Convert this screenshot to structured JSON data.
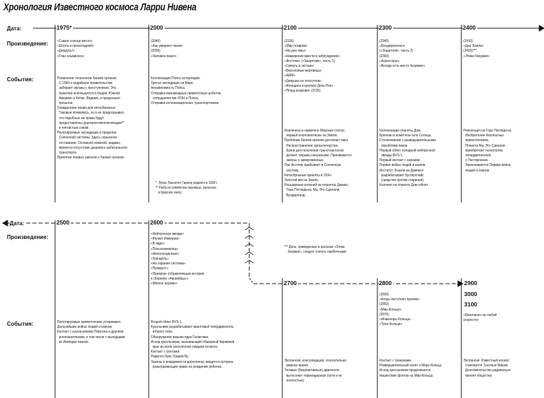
{
  "title": "Хронология Известного космоса Ларри Нивена",
  "labels": {
    "date": "Дата:",
    "works": "Произведение:",
    "events": "События:",
    "date2": "Дата:",
    "works2": "Произведение:",
    "events2": "События:"
  },
  "years": {
    "y1975": "1975*",
    "y2000": "2000",
    "y2100": "2100",
    "y2300": "2300",
    "y2400": "2400",
    "y2500": "2500",
    "y2600": "2600",
    "y2700": "2700",
    "y2800": "2800",
    "y2900": "2900",
    "y3000": "3000",
    "y3100": "3100"
  },
  "works": {
    "w1975": "«Самое солнце место»\n«Штиль в преисподней»\n«Дождусь!»\n«Глаз осьминога»",
    "w2000": "(2040)\n«Как умирают герои»\n(2099)\n«Человек-паззл»",
    "w2100": "(2106)\n«Мир птавров»\n«На дне ямы»\n«Намерение ввести в заблуждение»\n«Фсстпок» («Защитник», часть 1)\n«Смерть в экстазе»\n«Безголовые мертвецы»\n«ARM»\n«Девушка из лоскутков»\n«Женщина в кратере Дель Рея»\n«Плащ анархии» (2135)",
    "w2300": "(2340)\n«Вондерхеллен»\n(«Защитник», часть 2)\n(2360)\n«Агрессоры»\n«Всегда есть место безумию»",
    "w2400": "(2410)\n«Дар Земли»\n(2425)***\n«Этика безумия»",
    "w2600": "«Нейтронная звезда»\n«Реликт Империи»\n«В ядре»\n«Плоскоземелец»\n«Неполноценные»\n«Грендель»\n«На окраине системы»\n«Прокруст»\n«Призрак» (обрамляющая история\nк сборнику «Аворийцы»)\n«Мягкое оружие»",
    "w2800": "(2830)\n«Когда наступает прилив»\n(2850)\n«Мир-Кольцо»\n(2870)\n«Инженеры Кольца»\n«Трон Кольца»",
    "w3100": "«Безопасен на любой\nскорости»"
  },
  "events": {
    "e1975": "Появление технологии банков органов.\n  С 1960-х индийское правительство\n  забирает органы у преступников. Эта\n  практика используется в Индии, Южной\n  Америке и Китае. Видимо, в предсказал\n  прошлое.\nГражданские права для китообразных.\n  Таковые появились, но я не предсказывал,\n  что подобные же права будут\n  предоставлены дортероя-моллюскоедам**\n  и пятнистым совам.\nПилотируемые экспедиции в пределах\n  Солнечной системы. Здесь серьезное\n  отставание. Основной помехой, видимо,\n  является отсутствие дешевого орбитального\n  транспорта.\nПринятие первых законов о банках органов.",
    "e2000": "Колонизация Пояса астероидов.\nТретья экспедиция на Марс.\nНезависимость Пояса.\nОтправка межзвездных прямоточных роботов,\n  сотрудничество ООН и Пояса.\nОтправка колонизационных транспортников.",
    "footnote1": "*  Лукас Ланселот Гарнер родился в 1939 г.\n** Рыба из семейства окуневых, занесена\n   в Красную книгу.",
    "e2100": "Извлечена и оживлено Морская статуя;\n  первый инопланетянин на Земле.\nПроблема банков органов достигает пика.\n  Распространение органлегерства.\n  Казни для получения трансплантатов\n  делают тюрьмы ненужными. Принимаются\n  законы о замороженных.\nПак Фсстпок прибывает в Солнечную\n  систему.\nКитообразные приняты в ООН.\nЗолотой век на Земле.\nРасширение колоний на планетах Джинкс,\n  Гора Погляди-ка, Мы Это Сделали,\n  Вундерланд.",
    "footnote3": "*** Даты, приведенные в рассказе «Этика\n    безумия», следует считать ошибочными.",
    "e2300": "Колонизация планеты Дом.\nБреннан в кометном гало Солнца.\nСтолкновение с разведывательными\n  кораблями паков.\nПервый облет холодной нейтронной\n  звезды BVS-1.\nПервый контакт с кзинами.\nПервая война людей и кзинов.\nИнститут Знания на Джинксе\n  разрабатывает бустерспайс\n  (средство против старения).\nКолония на планете Дом гибнет.",
    "e2400": "Революция на Горе Погляди-ка.\n  Изобретение безопасных\n  прямоточников.\n  Планета Мы Это Сделали\n  приобретает технологию\n  гипердвигателей\n  у Посторонних.\n  Заканчиваются Первая война\n  людей и кзинов.",
    "e2500": "Пилотируемые прямоточники устаревают.\nДальнейшие войны людей и кзинов.\nКонтакт с кукольниками Пирсона и другими\n  инопланетянами, в том числе с выходцами\n  из Империи кзинов.",
    "e2600": "Второй облет BVS-1.\nКукольники разрабатывают квантовый гипердвигатель\n  второго типа.\nОбнаружение взрыва ядра Галактики.\nИсход кукольников, вызывающий обширный биржевой\n  крах во всем заселенном людьми космосе.\nКонтакт с гроггами.\nРодился Луис Гридли Ву.\nЗаконы о рождаемости дополнены; вводятся лотереи,\n  разыгрывающие право на рождение ребенка.",
    "e2700": "Экспансия, консолидация, относительно\n  мирное время.\nТяговые (безреактивные) двигатели\n  вытесняют термоядерные (хотя и не\n  полностью).",
    "e2800": "Контакт с триноками.\nРазведывательный полет к Миру-Кольцу.\nИсход кукольников продолжается.\nНашествие флотов на Мир-Кольцо.",
    "e3100": "Экспансия. Известный космос\n  становится Тысячью Миров.\n  Долгожительство радикально\n  меняет общество."
  }
}
